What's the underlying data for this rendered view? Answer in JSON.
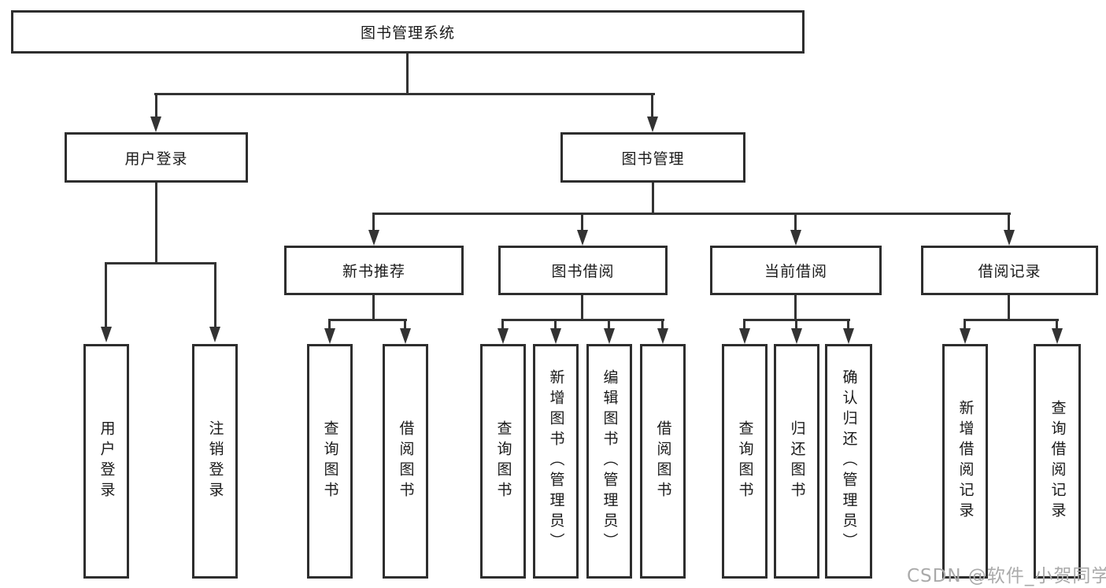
{
  "tree": {
    "root": {
      "label": "图书管理系统"
    },
    "branches": [
      {
        "label": "用户登录",
        "children": [
          {
            "label": "用户登录"
          },
          {
            "label": "注销登录"
          }
        ]
      },
      {
        "label": "图书管理",
        "groups": [
          {
            "label": "新书推荐",
            "children": [
              {
                "label": "查询图书"
              },
              {
                "label": "借阅图书"
              }
            ]
          },
          {
            "label": "图书借阅",
            "children": [
              {
                "label": "查询图书"
              },
              {
                "label": "新增图书（管理员）"
              },
              {
                "label": "编辑图书（管理员）"
              },
              {
                "label": "借阅图书"
              }
            ]
          },
          {
            "label": "当前借阅",
            "children": [
              {
                "label": "查询图书"
              },
              {
                "label": "归还图书"
              },
              {
                "label": "确认归还（管理员）"
              }
            ]
          },
          {
            "label": "借阅记录",
            "children": [
              {
                "label": "新增借阅记录"
              },
              {
                "label": "查询借阅记录"
              }
            ]
          }
        ]
      }
    ]
  },
  "watermark": {
    "text": "CSDN @软件_小贺同学"
  },
  "colors": {
    "line": "#333333",
    "border": "#2e2e2e",
    "text": "#1a1a1a",
    "watermark": "#aaaaaa",
    "background": "#ffffff"
  }
}
